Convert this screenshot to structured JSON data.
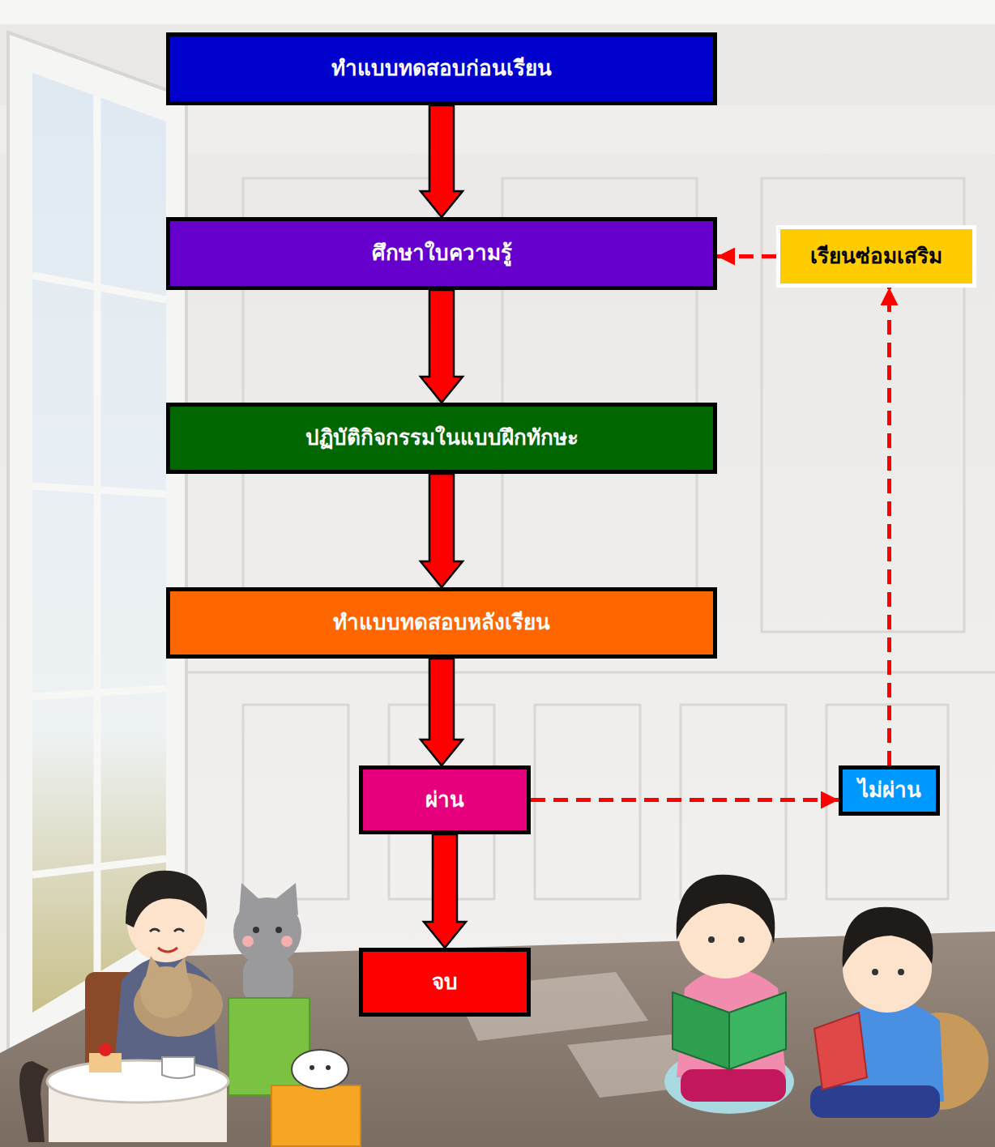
{
  "diagram": {
    "nodes": [
      {
        "text": [
          "ทำแบบทดสอบก่อนเรียน"
        ]
      },
      {
        "text": [
          "ศึกษาใบความรู้"
        ]
      },
      {
        "text": [
          "ปฏิบัติกิจกรรมในแบบฝึกทักษะ"
        ]
      },
      {
        "text": [
          "ทำแบบทดสอบหลังเรียน"
        ]
      },
      {
        "text": [
          "ผ่าน"
        ]
      },
      {
        "text": [
          "ไม่ผ่าน"
        ]
      },
      {
        "text": [
          "จบ"
        ]
      },
      {
        "text": [
          "เรียนซ่อมเสริม"
        ]
      }
    ],
    "edges": [
      {
        "from": 0,
        "to": 1,
        "arrow": "to"
      },
      {
        "from": 1,
        "to": 2,
        "arrow": "to"
      },
      {
        "from": 2,
        "to": 3,
        "arrow": "to"
      },
      {
        "from": 3,
        "to": 4,
        "arrow": "to"
      },
      {
        "from": 4,
        "to": 6,
        "arrow": "to"
      },
      {
        "from": 4,
        "to": 5,
        "arrow": "to"
      },
      {
        "from": 5,
        "to": 7,
        "arrow": "to"
      },
      {
        "from": 7,
        "to": 1,
        "arrow": "to"
      }
    ]
  }
}
